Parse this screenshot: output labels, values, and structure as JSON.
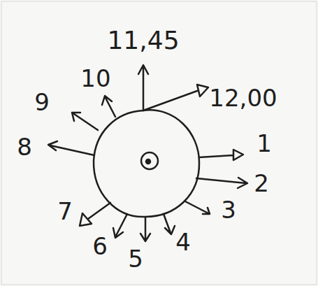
{
  "diagram": {
    "labels": [
      "11,45",
      "12,00",
      "1",
      "2",
      "3",
      "4",
      "5",
      "6",
      "7",
      "8",
      "9",
      "10"
    ]
  }
}
